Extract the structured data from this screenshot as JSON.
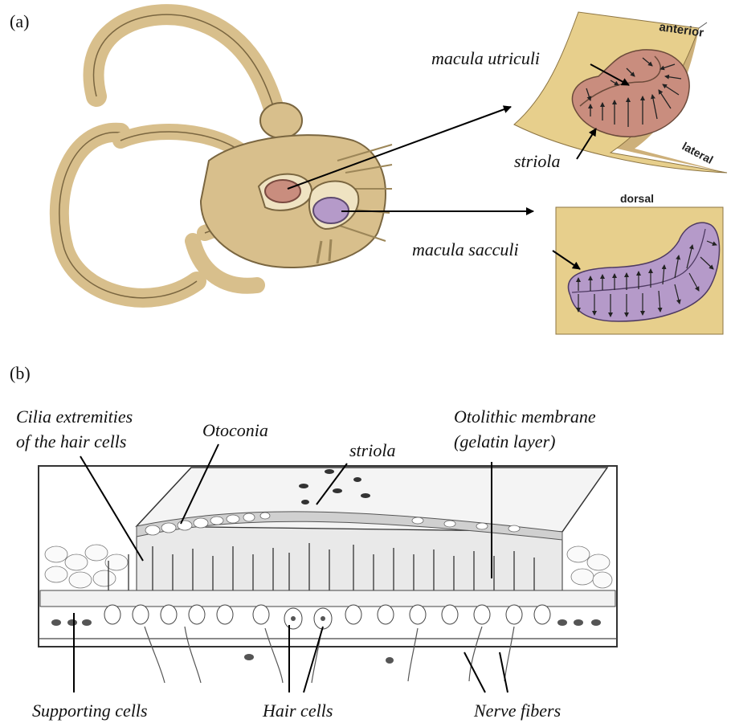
{
  "panel_a": {
    "tag": "(a)",
    "labels": {
      "macula_utriculi": "macula utriculi",
      "striola": "striola",
      "macula_sacculi": "macula sacculi",
      "anterior": "anterior",
      "lateral": "lateral",
      "dorsal": "dorsal"
    }
  },
  "panel_b": {
    "tag": "(b)",
    "labels": {
      "cilia_line1": "Cilia extremities",
      "cilia_line2": "of the hair cells",
      "otoconia": "Otoconia",
      "striola": "striola",
      "otolithic_line1": "Otolithic membrane",
      "otolithic_line2": "(gelatin layer)",
      "supporting_cells": "Supporting cells",
      "hair_cells": "Hair cells",
      "nerve_fibers": "Nerve fibers"
    }
  },
  "colors": {
    "bone": "#d8bf8c",
    "utricle": "#c98d7e",
    "saccule": "#b59ac9",
    "plate": "#e7cf8c"
  }
}
